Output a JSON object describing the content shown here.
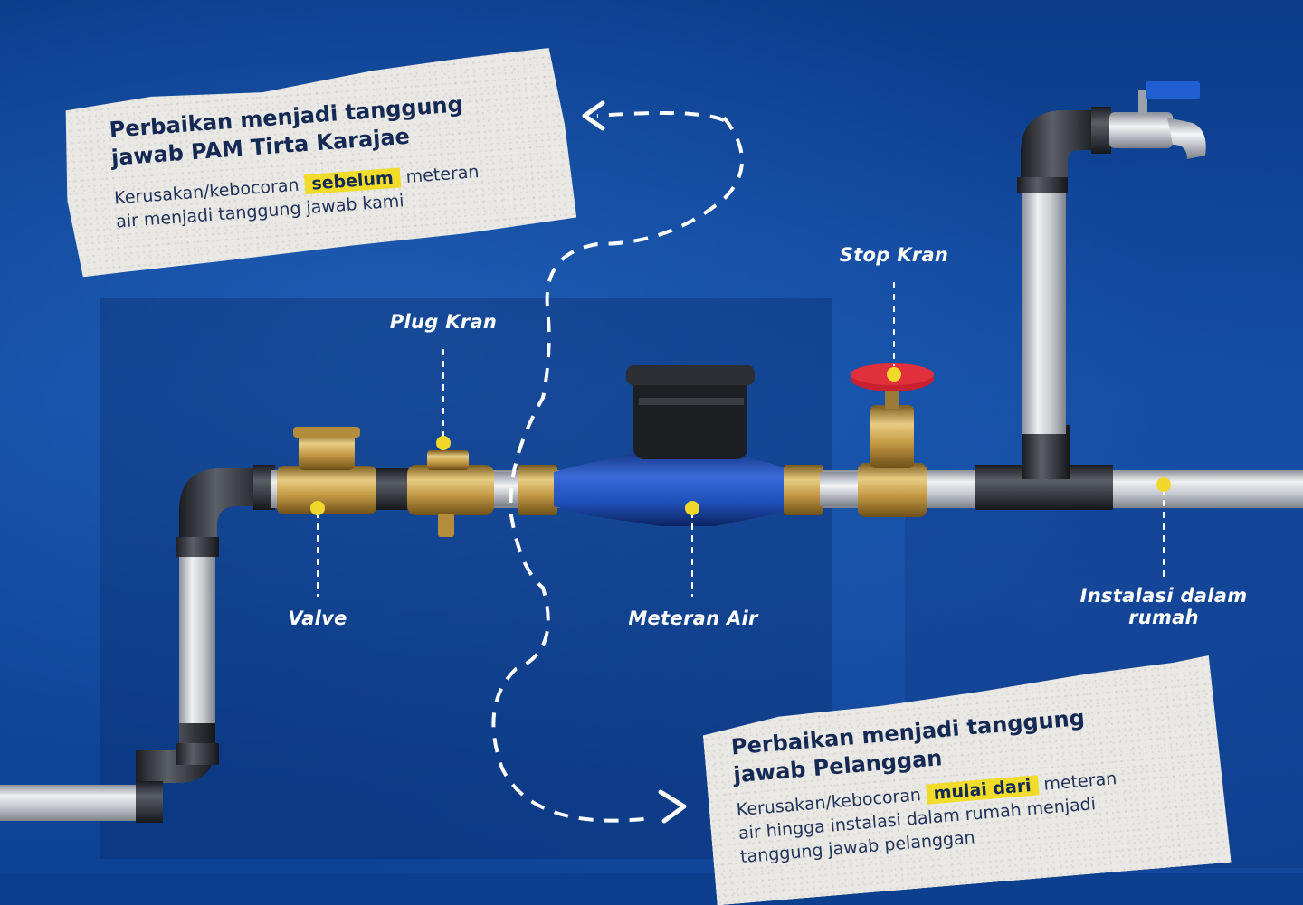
{
  "labels": {
    "plug_kran": "Plug Kran",
    "stop_kran": "Stop Kran",
    "valve": "Valve",
    "meteran_air": "Meteran Air",
    "instalasi_line1": "Instalasi dalam",
    "instalasi_line2": "rumah"
  },
  "note_top": {
    "title_line1": "Perbaikan menjadi tanggung",
    "title_line2": "jawab PAM Tirta Karajae",
    "body_before": "Kerusakan/kebocoran",
    "body_highlight": "sebelum",
    "body_after": "meteran",
    "body_line2": "air menjadi tanggung jawab kami"
  },
  "note_bottom": {
    "title_line1": "Perbaikan menjadi tanggung",
    "title_line2": "jawab Pelanggan",
    "body_before": "Kerusakan/kebocoran",
    "body_highlight": "mulai dari",
    "body_after": "meteran",
    "body_line2": "air hingga instalasi dalam rumah menjadi",
    "body_line3": "tanggung jawab pelanggan"
  },
  "colors": {
    "background": "#0d3f8f",
    "marker": "#f3d82c",
    "highlight": "#f1dc2a",
    "meter_body": "#1f4fb8",
    "brass": "#c9a34f",
    "stop_handle": "#c8202e",
    "tap_handle": "#1f5fd0"
  }
}
